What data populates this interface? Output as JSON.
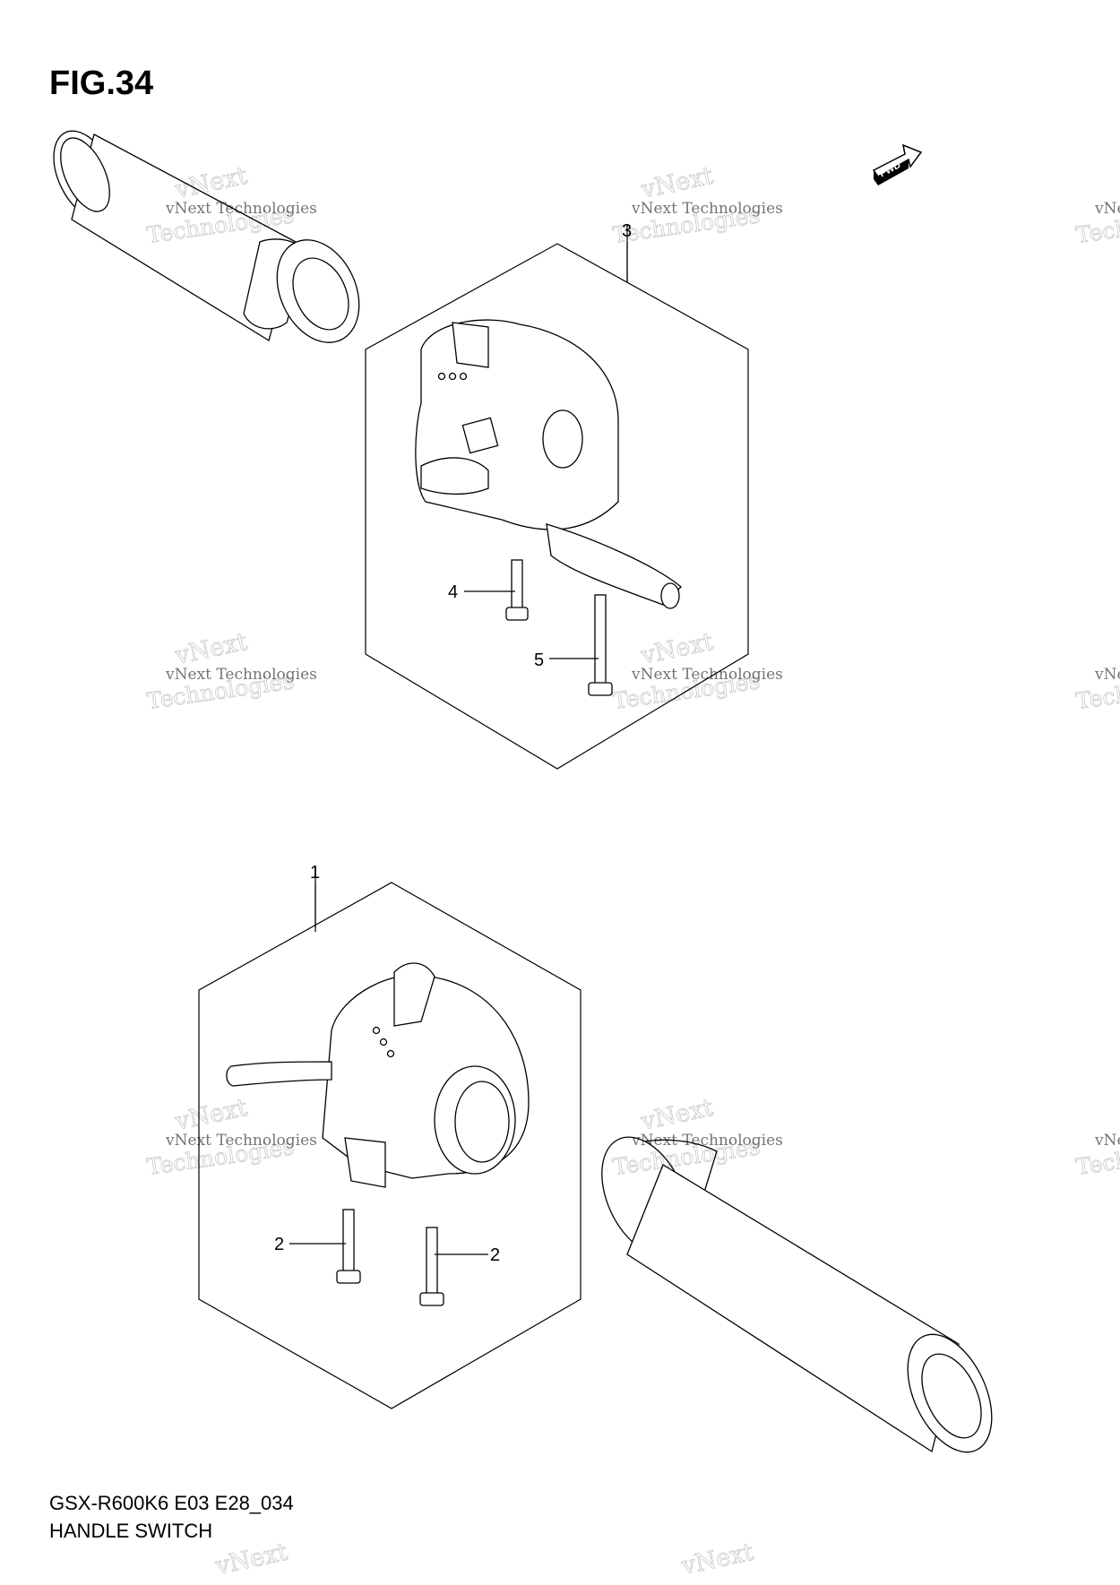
{
  "figure": {
    "title": "FIG.34"
  },
  "orientation": {
    "label": "FWD"
  },
  "callouts": [
    {
      "id": "3",
      "label": "3"
    },
    {
      "id": "4",
      "label": "4"
    },
    {
      "id": "5",
      "label": "5"
    },
    {
      "id": "1",
      "label": "1"
    },
    {
      "id": "2a",
      "label": "2"
    },
    {
      "id": "2b",
      "label": "2"
    }
  ],
  "watermark": {
    "line1": "vNext Technologies",
    "line2": "vNext",
    "line3": "Technologies"
  },
  "footer": {
    "model_code": "GSX-R600K6 E03 E28_034",
    "section_name": "HANDLE SWITCH"
  }
}
